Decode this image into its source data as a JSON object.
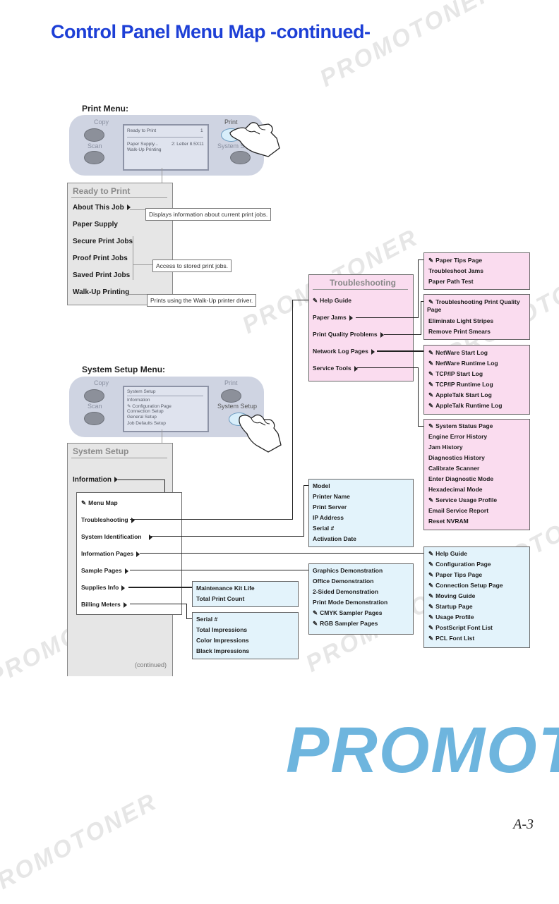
{
  "title": "Control Panel Menu Map -continued-",
  "page_number": "A-3",
  "watermarks": {
    "text": "PROMOTONER",
    "logo": "PROMOT"
  },
  "print_menu": {
    "label": "Print Menu:",
    "panel": {
      "copy": "Copy",
      "print": "Print",
      "scan": "Scan",
      "system_setup": "System S",
      "lcd": {
        "line1": "Ready to Print",
        "line1_num": "1",
        "line2": "Paper Supply...",
        "line2_val": "2: Letter 8.5X11",
        "line3": "Walk-Up Printing"
      }
    },
    "menu": {
      "header": "Ready to Print",
      "items": [
        "About This Job",
        "Paper Supply",
        "Secure Print Jobs",
        "Proof Print Jobs",
        "Saved Print Jobs",
        "Walk-Up Printing"
      ]
    },
    "callouts": {
      "about": "Displays information about current print jobs.",
      "stored": "Access to stored print jobs.",
      "walkup": "Prints using the Walk-Up printer driver."
    }
  },
  "system_setup_menu": {
    "label": "System Setup Menu:",
    "panel": {
      "copy": "Copy",
      "print": "Print",
      "scan": "Scan",
      "system_setup": "System Setup",
      "lcd": {
        "line1": "System Setup",
        "line2": "Information",
        "line3": "Configuration Page",
        "line4": "Connection Setup",
        "line5": "General Setup",
        "line6": "Job Defaults Setup"
      }
    },
    "menu": {
      "header": "System Setup",
      "item": "Information",
      "continued": "(continued)"
    },
    "info_menu": {
      "items": [
        "Menu Map",
        "Troubleshooting",
        "System Identification",
        "Information Pages",
        "Sample Pages",
        "Supplies Info",
        "Billing Meters"
      ]
    }
  },
  "troubleshooting": {
    "header": "Troubleshooting",
    "items": [
      "Help Guide",
      "Paper Jams",
      "Print Quality Problems",
      "Network Log Pages",
      "Service Tools"
    ]
  },
  "paper_jams_box": [
    "Paper Tips Page",
    "Troubleshoot Jams",
    "Paper Path Test"
  ],
  "print_quality_box": {
    "line1": "Troubleshooting Print Quality",
    "line1b": "Page",
    "items": [
      "Eliminate Light Stripes",
      "Remove Print Smears"
    ]
  },
  "network_log_box": [
    "NetWare Start Log",
    "NetWare Runtime Log",
    "TCP/IP Start Log",
    "TCP/IP Runtime Log",
    "AppleTalk Start Log",
    "AppleTalk Runtime Log"
  ],
  "service_tools_box": [
    "System Status Page",
    "Engine Error History",
    "Jam History",
    "Diagnostics History",
    "Calibrate Scanner",
    "Enter Diagnostic Mode",
    "Hexadecimal Mode",
    "Service Usage Profile",
    "Email Service Report",
    "Reset NVRAM"
  ],
  "system_id_box": [
    "Model",
    "Printer Name",
    "Print Server",
    "IP Address",
    "Serial #",
    "Activation Date"
  ],
  "information_pages_box": [
    "Help Guide",
    "Configuration Page",
    "Paper Tips Page",
    "Connection Setup Page",
    "Moving Guide",
    "Startup Page",
    "Usage Profile",
    "PostScript Font List",
    "PCL Font List"
  ],
  "sample_pages_box": [
    "Graphics Demonstration",
    "Office Demonstration",
    "2-Sided Demonstration",
    "Print Mode Demonstration",
    "CMYK Sampler Pages",
    "RGB Sampler Pages"
  ],
  "supplies_box": [
    "Maintenance Kit Life",
    "Total Print Count"
  ],
  "billing_box": [
    "Serial #",
    "Total Impressions",
    "Color Impressions",
    "Black Impressions"
  ]
}
